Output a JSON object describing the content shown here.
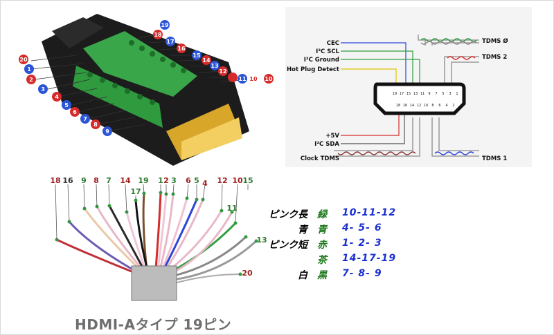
{
  "connector_photo": {
    "pins_blue": [
      "1",
      "3",
      "5",
      "7",
      "9",
      "11",
      "13",
      "15",
      "17",
      "19"
    ],
    "pins_red": [
      "2",
      "4",
      "6",
      "8",
      "10",
      "12",
      "14",
      "16",
      "18",
      "20"
    ]
  },
  "pinout": {
    "signals_left": [
      "CEC",
      "I²C SCL",
      "I²C Ground",
      "Hot Plug Detect",
      "+5V",
      "I²C SDA",
      "Clock TDMS"
    ],
    "signals_right": [
      "TDMS Ø",
      "TDMS 2",
      "TDMS 1"
    ],
    "pin_numbers_top": [
      "19",
      "17",
      "15",
      "13",
      "11",
      "9",
      "7",
      "5",
      "3",
      "1"
    ],
    "pin_numbers_bottom": [
      "18",
      "16",
      "14",
      "12",
      "10",
      "8",
      "6",
      "4",
      "2"
    ]
  },
  "cable": {
    "wire_labels_top": [
      "18",
      "16",
      "9",
      "8",
      "7",
      "14",
      "19",
      "17",
      "1",
      "2",
      "3",
      "6",
      "5",
      "4",
      "12",
      "10",
      "11",
      "15",
      "13",
      "20"
    ]
  },
  "legend": {
    "rows": [
      {
        "head": "ピンク長",
        "color": "緑",
        "nums": "10-11-12"
      },
      {
        "head": "青",
        "color": "青",
        "nums": "4- 5- 6"
      },
      {
        "head": "ピンク短",
        "color": "赤",
        "nums": "1- 2- 3"
      },
      {
        "head": "",
        "color": "茶",
        "nums": "14-17-19"
      },
      {
        "head": "白",
        "color": "黒",
        "nums": "7- 8- 9"
      }
    ]
  },
  "title": "HDMI-Aタイプ 19ピン"
}
